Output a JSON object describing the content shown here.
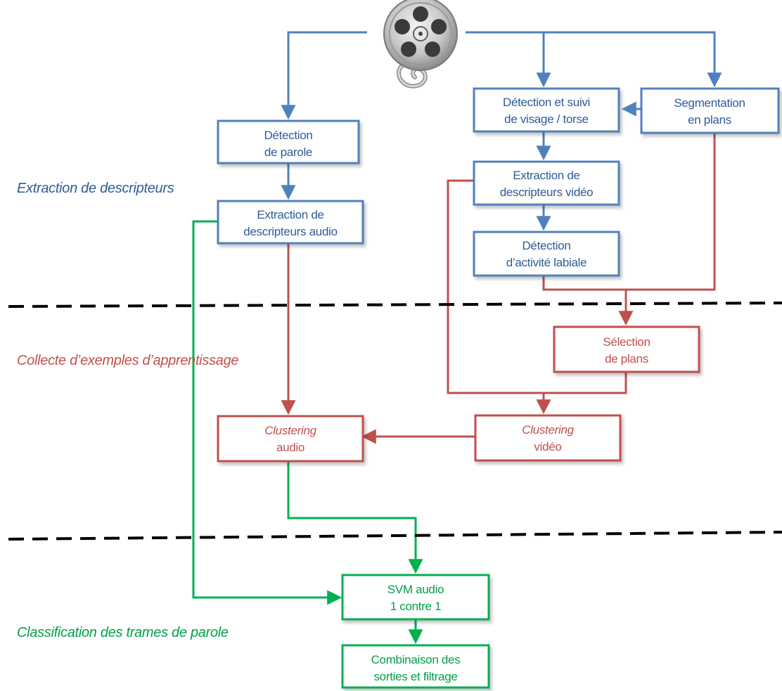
{
  "colors": {
    "blue": "#4f81bd",
    "blue_text": "#2e5c96",
    "red": "#c0504d",
    "red_text": "#c0504d",
    "green": "#00b050",
    "green_text": "#00a04a",
    "separator": "#000000"
  },
  "icon": "film-reel-icon",
  "sections": {
    "extraction": "Extraction de descripteurs",
    "collecte": "Collecte d’exemples d’apprentissage",
    "classification": "Classification des trames de parole"
  },
  "boxes": {
    "detection_parole": {
      "line1": "Détection",
      "line2": "de parole"
    },
    "extraction_audio": {
      "line1": "Extraction de",
      "line2": "descripteurs audio"
    },
    "detection_visage": {
      "line1": "Détection et suivi",
      "line2": "de visage / torse"
    },
    "segmentation": {
      "line1": "Segmentation",
      "line2": "en plans"
    },
    "extraction_video": {
      "line1": "Extraction de",
      "line2": "descripteurs vidéo"
    },
    "activite_labiale": {
      "line1": "Détection",
      "line2": "d’activité labiale"
    },
    "selection_plans": {
      "line1": "Sélection",
      "line2": "de plans"
    },
    "clustering_audio": {
      "line1": "Clustering",
      "line2": "audio"
    },
    "clustering_video": {
      "line1": "Clustering",
      "line2": "vidéo"
    },
    "svm_audio": {
      "line1": "SVM audio",
      "line2": "1 contre 1"
    },
    "combinaison": {
      "line1": "Combinaison des",
      "line2": "sorties et filtrage"
    }
  }
}
